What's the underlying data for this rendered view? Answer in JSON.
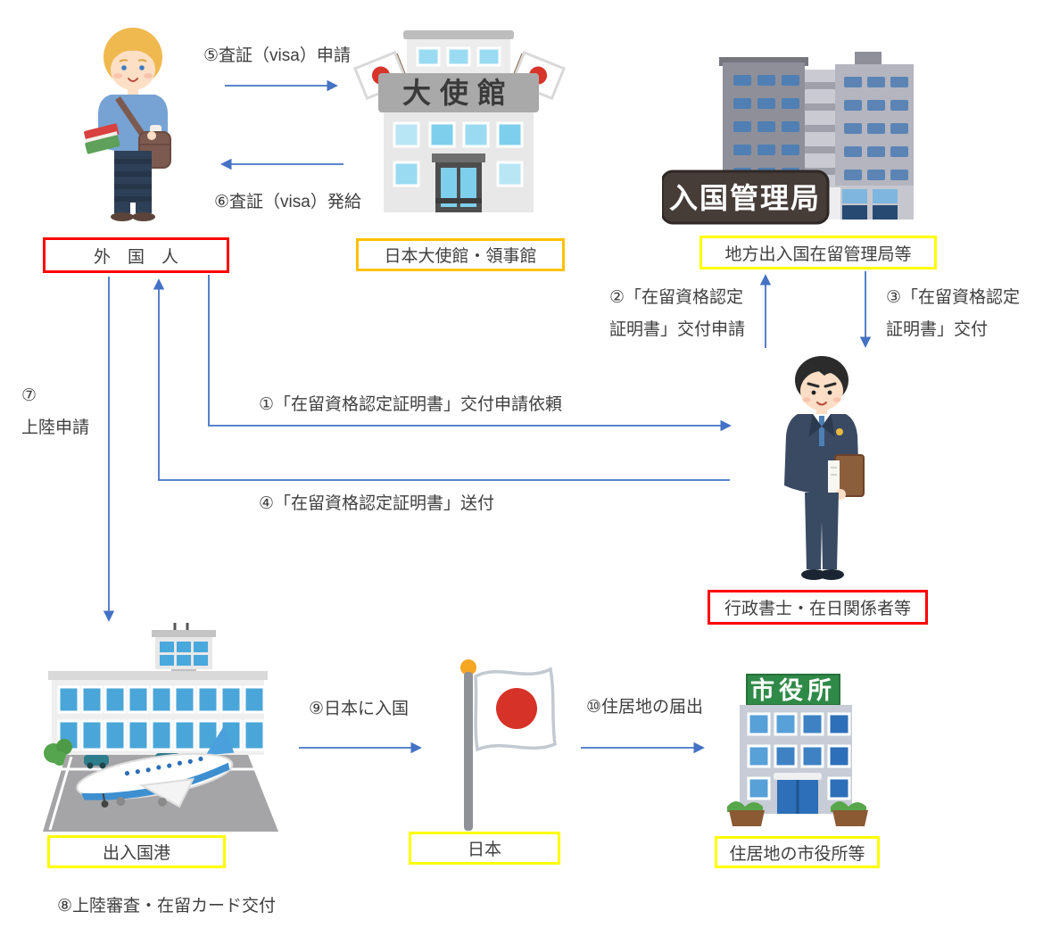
{
  "nodes": {
    "foreigner": {
      "label": "外　国　人"
    },
    "embassy": {
      "sign": "大使館",
      "label": "日本大使館・領事館"
    },
    "immigration_bureau": {
      "sign": "入国管理局",
      "label": "地方出入国在留管理局等"
    },
    "scrivener": {
      "label": "行政書士・在日関係者等"
    },
    "airport": {
      "label": "出入国港"
    },
    "japan": {
      "label": "日本"
    },
    "city_hall": {
      "sign": "市役所",
      "label": "住居地の市役所等"
    }
  },
  "steps": {
    "s1": "①「在留資格認定証明書」交付申請依頼",
    "s2_line1": "②「在留資格認定",
    "s2_line2": "証明書」交付申請",
    "s3_line1": "③「在留資格認定",
    "s3_line2": "証明書」交付",
    "s4": "④「在留資格認定証明書」送付",
    "s5": "⑤査証（visa）申請",
    "s6": "⑥査証（visa）発給",
    "s7_line1": "⑦",
    "s7_line2": "上陸申請",
    "s8": "⑧上陸審査・在留カード交付",
    "s9": "⑨日本に入国",
    "s10": "⑩住居地の届出"
  },
  "colors": {
    "arrow_blue": "#4472C4",
    "red_border": "#FF0000",
    "gold_border": "#FFC000",
    "yellow_border": "#FFFF00"
  },
  "icons": {
    "foreigner": "traveler-person-illustration",
    "embassy": "embassy-building-illustration",
    "immigration_bureau": "immigration-bureau-building-illustration",
    "scrivener": "businessman-illustration",
    "airport": "airport-illustration",
    "japan": "japan-flag-illustration",
    "city_hall": "city-hall-building-illustration"
  }
}
